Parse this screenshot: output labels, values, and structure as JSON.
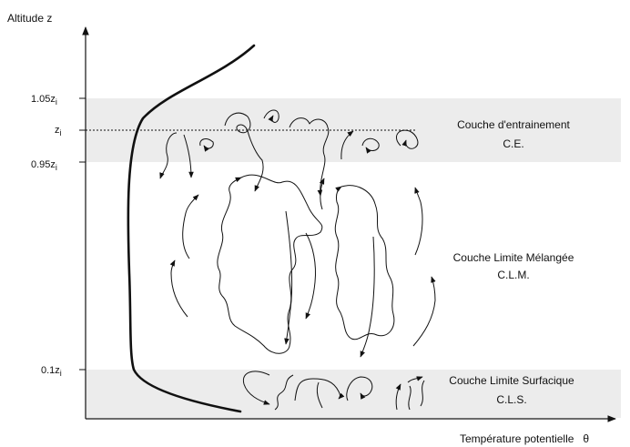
{
  "axes": {
    "y_label": "Altitude z",
    "x_label": "Température potentielle",
    "x_symbol": "θ"
  },
  "ticks": {
    "top_coef": "1.05",
    "zi": "z",
    "mid_coef": "0.95",
    "low_coef": "0.1",
    "sub": "i"
  },
  "layers": {
    "entrainment": {
      "name": "Couche d'entrainement",
      "abbr": "C.E."
    },
    "mixed": {
      "name": "Couche Limite Mélangée",
      "abbr": "C.L.M."
    },
    "surface": {
      "name": "Couche Limite Surfacique",
      "abbr": "C.L.S."
    }
  },
  "colors": {
    "band_fill": "#ececec",
    "stroke": "#111111"
  }
}
